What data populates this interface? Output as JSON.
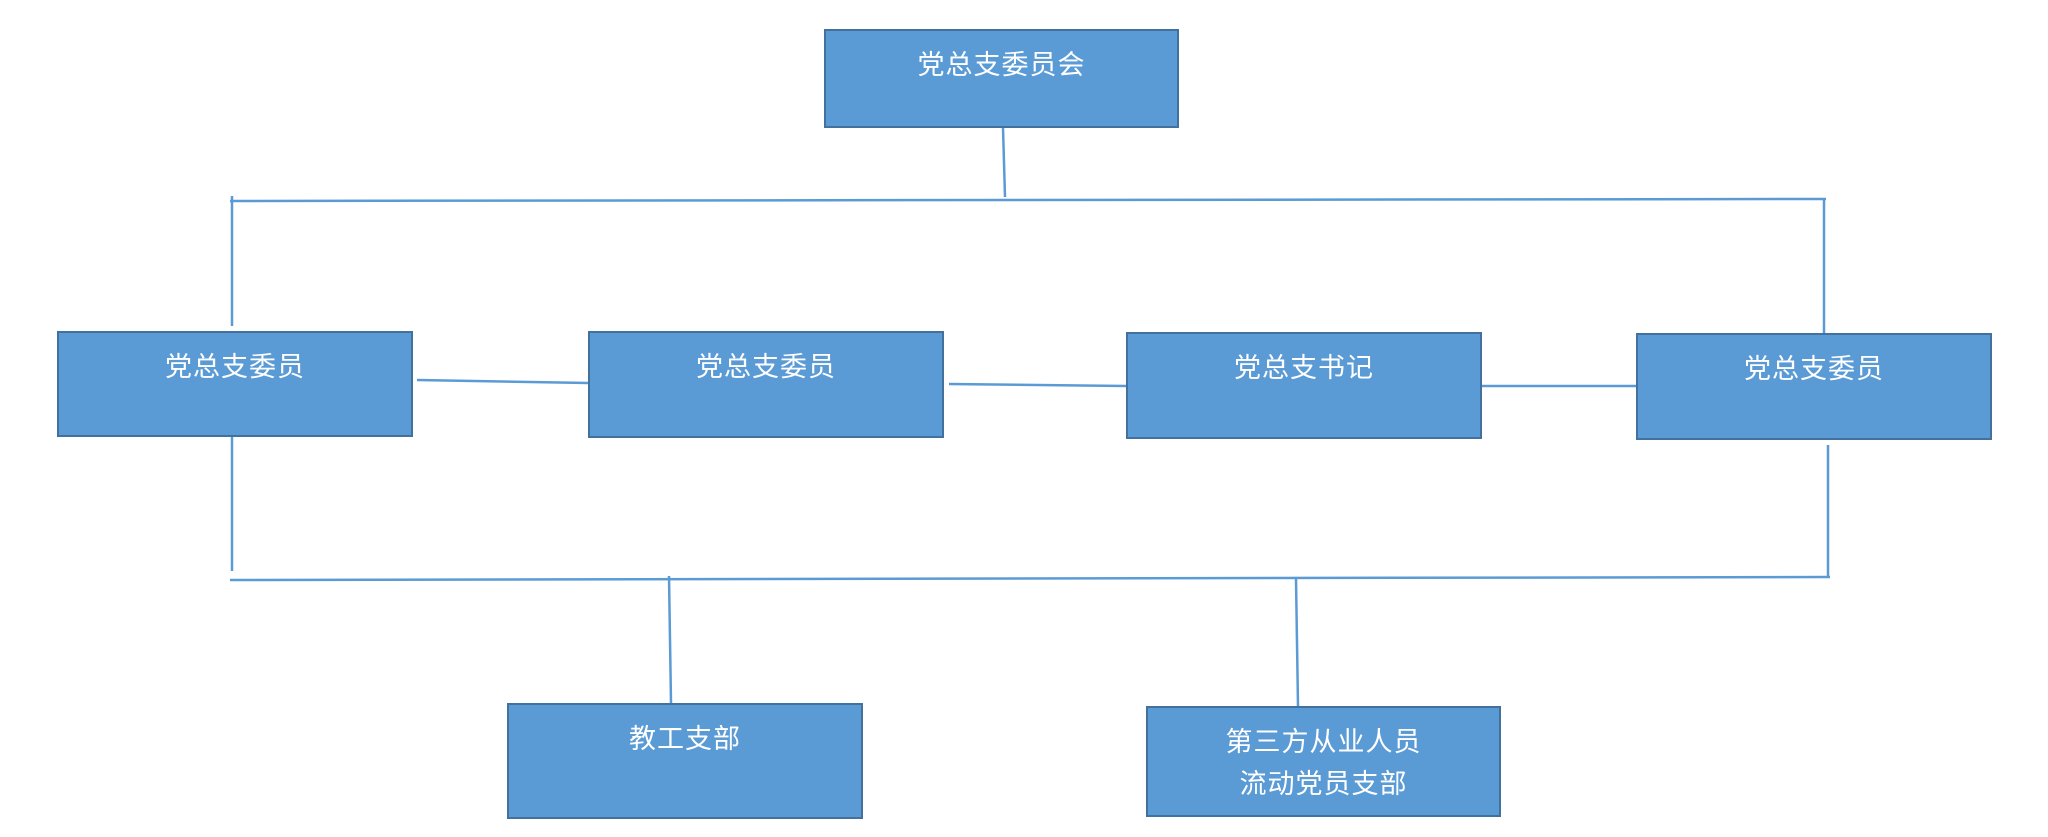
{
  "diagram": {
    "top": {
      "label": "党总支委员会"
    },
    "middle": [
      {
        "label": "党总支委员"
      },
      {
        "label": "党总支委员"
      },
      {
        "label": "党总支书记"
      },
      {
        "label": "党总支委员"
      }
    ],
    "bottom": [
      {
        "lines": [
          "教工支部"
        ]
      },
      {
        "lines": [
          "第三方从业人员",
          "流动党员支部"
        ]
      }
    ],
    "colors": {
      "box_fill": "#5b9bd5",
      "box_border": "#41719c",
      "connector": "#5b9bd5",
      "text": "#ffffff"
    }
  }
}
